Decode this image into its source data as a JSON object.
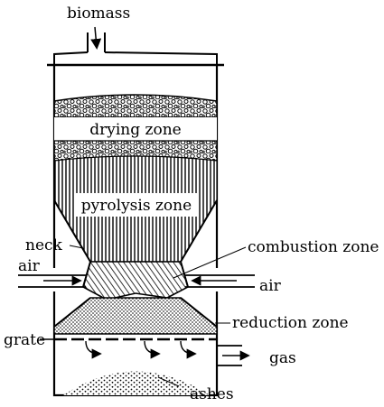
{
  "labels": {
    "biomass": "biomass",
    "drying_zone": "drying zone",
    "pyrolysis_zone": "pyrolysis zone",
    "neck": "neck",
    "combustion_zone": "combustion zone",
    "air_left": "air",
    "air_right": "air",
    "reduction_zone": "reduction zone",
    "grate": "grate",
    "gas": "gas",
    "ashes": "ashes"
  },
  "colors": {
    "ink": "#000000",
    "paper": "#ffffff"
  }
}
